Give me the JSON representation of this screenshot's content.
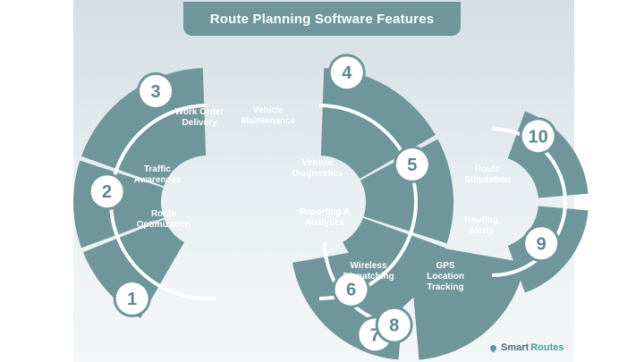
{
  "title": "Route Planning Software Features",
  "colors": {
    "segment": "#6f969b",
    "ring": "#ffffff",
    "number": "#5e878c"
  },
  "features": [
    {
      "number": "1",
      "label": [
        "Route",
        "Optimization"
      ]
    },
    {
      "number": "2",
      "label": [
        "Traffic",
        "Awareness"
      ]
    },
    {
      "number": "3",
      "label": [
        "Work Order",
        "Delivery"
      ]
    },
    {
      "number": "4",
      "label": [
        "Vehicle",
        "Maintenance"
      ]
    },
    {
      "number": "5",
      "label": [
        "Vehicle",
        "Diagnostics"
      ]
    },
    {
      "number": "6",
      "label": [
        "Reporting &",
        "Analytics"
      ]
    },
    {
      "number": "7",
      "label": [
        "Wireless",
        "Dispatching"
      ]
    },
    {
      "number": "8",
      "label": [
        "GPS",
        "Location",
        "Tracking"
      ]
    },
    {
      "number": "9",
      "label": [
        "Routing",
        "Alerts"
      ]
    },
    {
      "number": "10",
      "label": [
        "Route",
        "Simulation"
      ]
    }
  ],
  "brand": {
    "part1": "Smart",
    "part2": "Routes"
  }
}
